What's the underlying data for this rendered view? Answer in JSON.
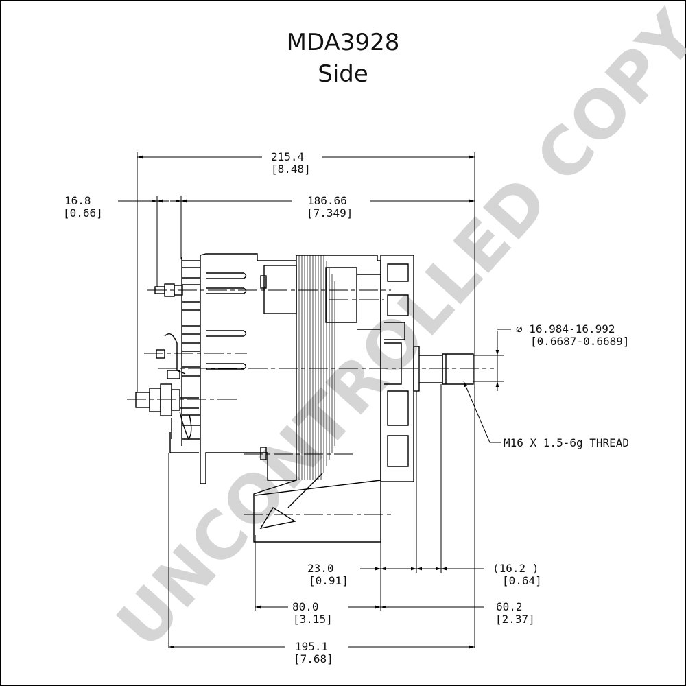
{
  "title": "MDA3928",
  "subtitle": "Side",
  "watermark": "UNCONTROLLED COPY",
  "dimensions": {
    "overall_length": {
      "mm": "215.4",
      "inch": "[8.48]"
    },
    "terminal_offset": {
      "mm": "16.8",
      "inch": "[0.66]"
    },
    "body_to_mount": {
      "mm": "186.66",
      "inch": "[7.349]"
    },
    "shaft_diameter": {
      "mm": "∅ 16.984-16.992",
      "inch": "[0.6687-0.6689]"
    },
    "thread": "M16 X 1.5-6g THREAD",
    "pulley_offset": {
      "mm": "23.0",
      "inch": "[0.91]"
    },
    "shaft_step": {
      "mm": "(16.2  )",
      "inch": "[0.64]"
    },
    "foot_to_flange": {
      "mm": "80.0",
      "inch": "[3.15]"
    },
    "flange_to_shaft_end": {
      "mm": "60.2",
      "inch": "[2.37]"
    },
    "base_length": {
      "mm": "195.1",
      "inch": "[7.68]"
    }
  }
}
